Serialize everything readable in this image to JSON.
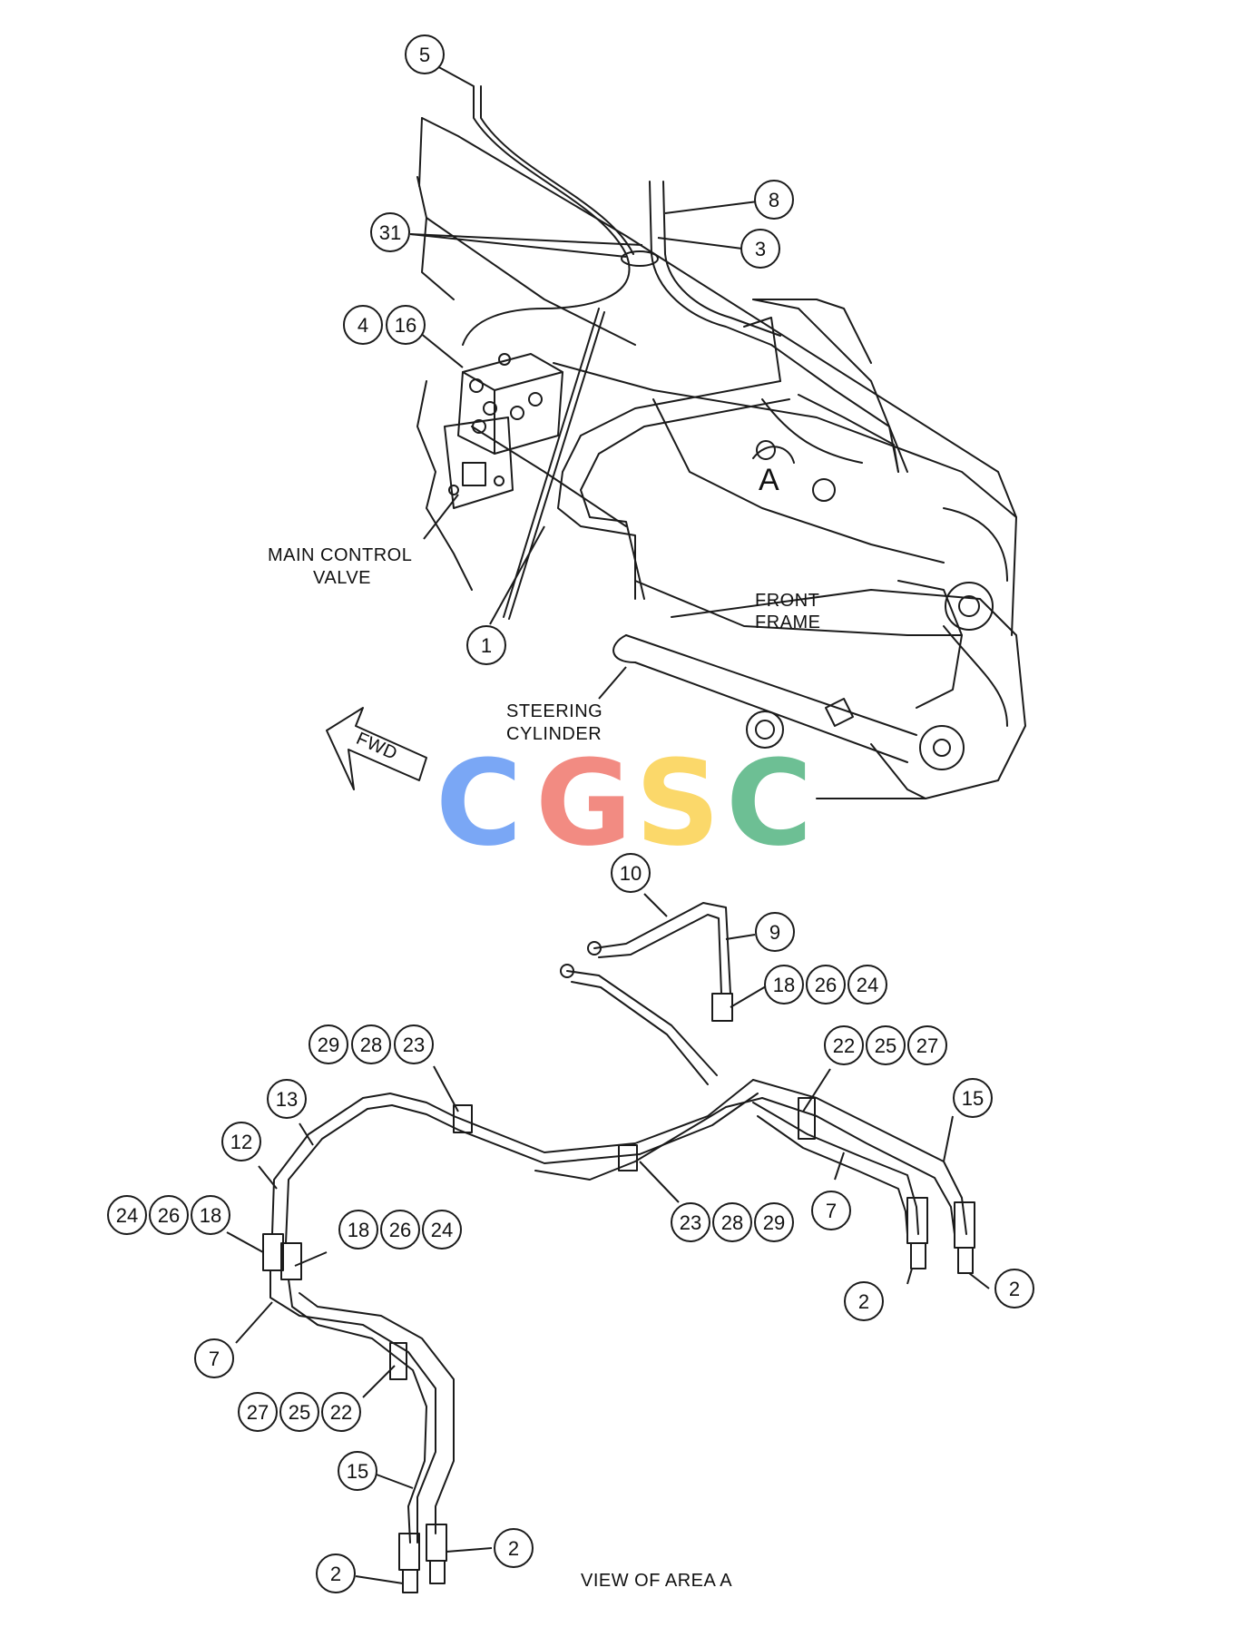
{
  "labels": {
    "main_control_valve": [
      "MAIN CONTROL",
      "VALVE"
    ],
    "front_frame": [
      "FRONT",
      "FRAME"
    ],
    "steering_cylinder": [
      "STEERING",
      "CYLINDER"
    ],
    "fwd": "FWD",
    "area_marker": "A",
    "view_caption": "VIEW OF AREA A"
  },
  "watermark": {
    "letters": [
      "C",
      "G",
      "S",
      "C"
    ],
    "colors": [
      "#7aa7f5",
      "#f28b82",
      "#fbd86a",
      "#6dbf94"
    ]
  },
  "callouts": {
    "top": [
      "5",
      "31",
      "8",
      "3",
      "4",
      "16",
      "1"
    ],
    "pipes": [
      "10",
      "9",
      "18",
      "26",
      "24",
      "29",
      "28",
      "23",
      "22",
      "25",
      "27",
      "15",
      "13",
      "12",
      "24",
      "26",
      "18",
      "18",
      "26",
      "24",
      "23",
      "28",
      "29",
      "7",
      "2",
      "2",
      "7",
      "27",
      "25",
      "22",
      "15",
      "2",
      "2"
    ]
  }
}
